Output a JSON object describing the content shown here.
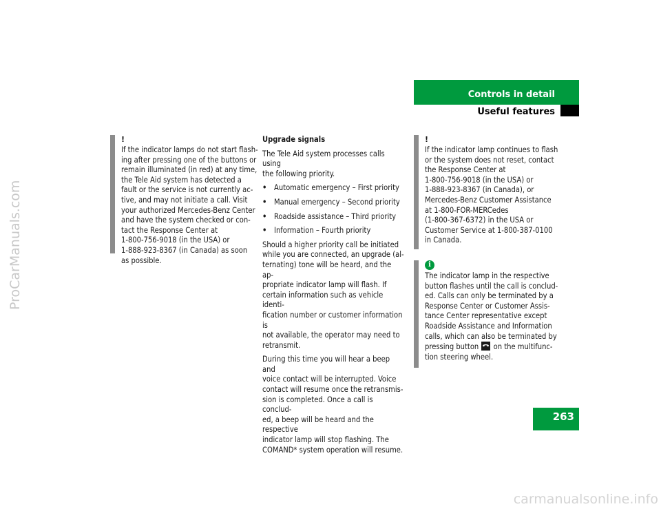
{
  "header": {
    "section_title": "Controls in detail",
    "subsection_title": "Useful features"
  },
  "page_number": "263",
  "watermarks": {
    "side": "ProCarManuals.com",
    "bottom": "carmanualsonline.info"
  },
  "left_note": {
    "symbol": "!",
    "lines": [
      "If the indicator lamps do not start flash-",
      "ing after pressing one of the buttons or",
      "remain illuminated (in red) at any time,",
      "the Tele Aid system has detected a",
      "fault or the service is not currently ac-",
      "tive, and may not initiate a call. Visit",
      "your authorized Mercedes-Benz Center",
      "and have the system checked or con-",
      "tact the Response Center at",
      "1-800-756-9018 (in the USA) or",
      "1-888-923-8367 (in Canada) as soon",
      "as possible."
    ]
  },
  "middle": {
    "heading": "Upgrade signals",
    "intro_lines": [
      "The Tele Aid system processes calls using",
      "the following priority."
    ],
    "bullet_symbol": "•",
    "bullets": [
      "Automatic emergency – First priority",
      "Manual emergency – Second priority",
      "Roadside assistance – Third priority",
      "Information – Fourth priority"
    ],
    "para1_lines": [
      "Should a higher priority call be initiated",
      "while you are connected, an upgrade (al-",
      "ternating) tone will be heard, and the ap-",
      "propriate indicator lamp will flash. If",
      "certain information such as vehicle identi-",
      "fication number or customer information is",
      "not available, the operator may need to",
      "retransmit."
    ],
    "para2_lines": [
      "During this time you will hear a beep and",
      "voice contact will be interrupted. Voice",
      "contact will resume once the retransmis-",
      "sion is completed. Once a call is conclud-",
      "ed, a beep will be heard and the respective",
      "indicator lamp will stop flashing. The",
      "COMAND* system operation will resume."
    ]
  },
  "right_note": {
    "symbol": "!",
    "lines": [
      "If the indicator lamp continues to flash",
      "or the system does not reset, contact",
      "the Response Center at",
      "1-800-756-9018 (in the USA) or",
      "1-888-923-8367 (in Canada), or",
      "Mercedes-Benz Customer Assistance",
      "at 1-800-FOR-MERCedes",
      "(1-800-367-6372) in the USA or",
      "Customer Service at 1-800-387-0100",
      "in Canada."
    ]
  },
  "right_info": {
    "symbol": "i",
    "lines": [
      "The indicator lamp in the respective",
      "button flashes until the call is conclud-",
      "ed. Calls can only be terminated by a",
      "Response Center or Customer Assis-",
      "tance Center representative except",
      "Roadside Assistance and Information",
      "calls, which can also be terminated by"
    ],
    "line_before_icon": "pressing button",
    "line_after_icon": "on the multifunc-",
    "last_line": "tion steering wheel.",
    "icon": "end-call-phone-icon"
  },
  "colors": {
    "accent_green": "#009a3e",
    "note_bar_gray": "#8c8c8c",
    "watermark_gray": "#d4d4d4"
  }
}
